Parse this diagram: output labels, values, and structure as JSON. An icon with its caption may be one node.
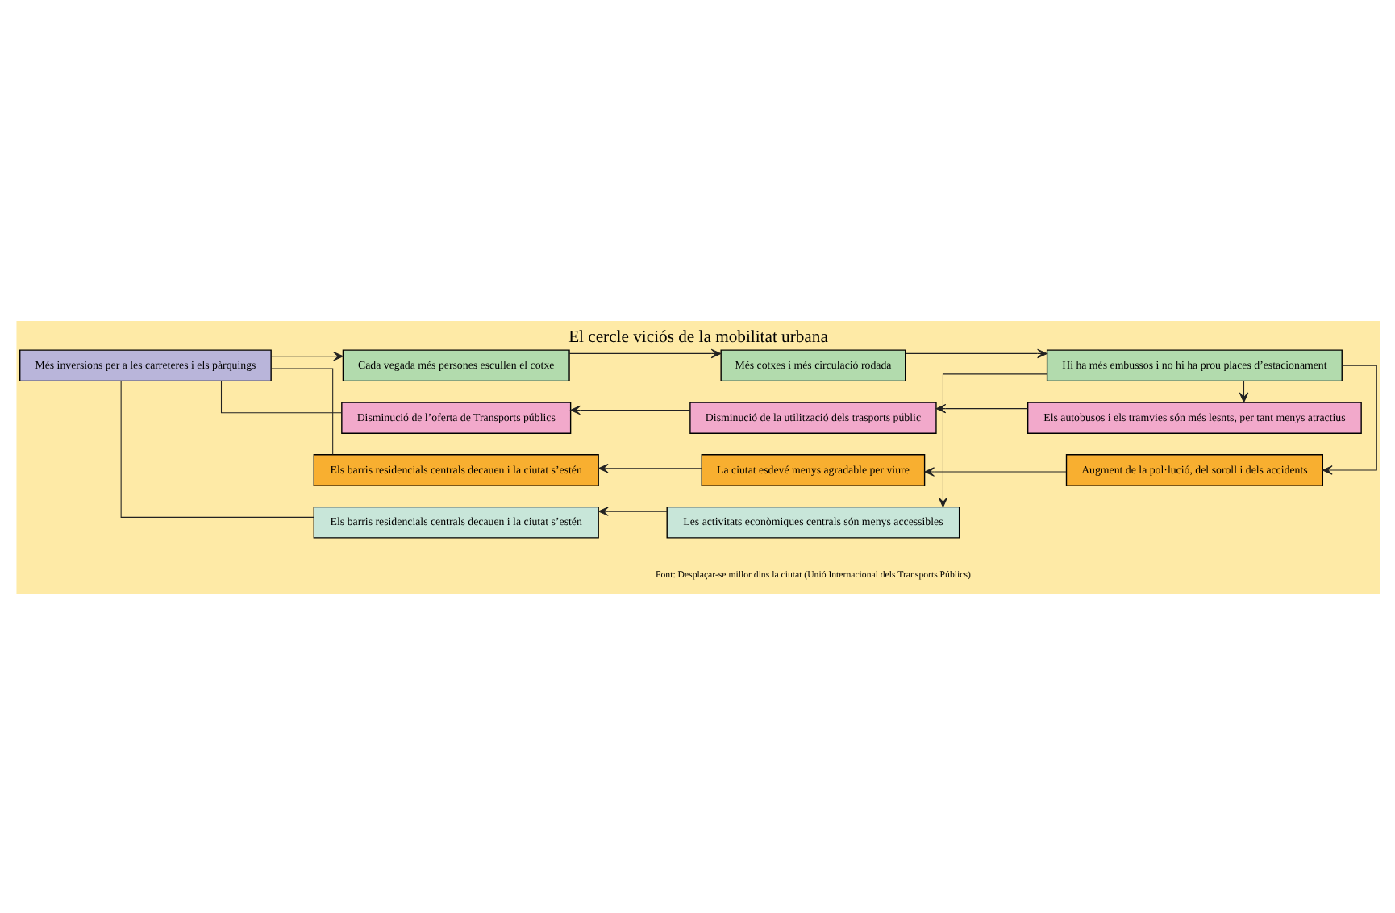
{
  "diagram": {
    "title": "El cercle viciós de la mobilitat urbana",
    "caption": "Font: Desplaçar-se millor dins la ciutat (Unió Internacional dels Transports Públics)",
    "nodes": [
      {
        "text": [
          "Més inversions per a les carreteres i els pàrquings"
        ]
      },
      {
        "text": [
          "Cada vegada més persones escullen el cotxe"
        ]
      },
      {
        "text": [
          "Més cotxes i més circulació rodada"
        ]
      },
      {
        "text": [
          "Hi ha més embussos i no hi ha prou places d’estacionament"
        ]
      },
      {
        "text": [
          "Disminució de l’oferta de Transports públics"
        ]
      },
      {
        "text": [
          "Disminució de la utilització dels trasports públic"
        ]
      },
      {
        "text": [
          "Els autobusos i els tramvies són més lesnts, per tant menys atractius"
        ]
      },
      {
        "text": [
          "Els barris residencials centrals decauen i la ciutat s’estén"
        ]
      },
      {
        "text": [
          "La ciutat esdevé menys agradable per viure"
        ]
      },
      {
        "text": [
          "Augment de la pol·lució, del soroll i dels accidents"
        ]
      },
      {
        "text": [
          "Els barris residencials centrals decauen i la ciutat s’estén"
        ]
      },
      {
        "text": [
          "Les activitats econòmiques centrals són menys accessibles"
        ]
      }
    ],
    "edges": [
      {
        "from": 0,
        "to": 1,
        "arrow": "to"
      },
      {
        "from": 1,
        "to": 2,
        "arrow": "to"
      },
      {
        "from": 2,
        "to": 3,
        "arrow": "to"
      },
      {
        "from": 3,
        "to": 6,
        "arrow": "to"
      },
      {
        "from": 3,
        "to": 9,
        "arrow": "to"
      },
      {
        "from": 3,
        "to": 11,
        "arrow": "to"
      },
      {
        "from": 6,
        "to": 5,
        "arrow": "to"
      },
      {
        "from": 5,
        "to": 4,
        "arrow": "to"
      },
      {
        "from": 9,
        "to": 8,
        "arrow": "to"
      },
      {
        "from": 8,
        "to": 7,
        "arrow": "to"
      },
      {
        "from": 11,
        "to": 10,
        "arrow": "to"
      },
      {
        "from": 4,
        "to": 0,
        "arrow": "none"
      },
      {
        "from": 7,
        "to": 0,
        "arrow": "none"
      },
      {
        "from": 10,
        "to": 0,
        "arrow": "none"
      }
    ]
  }
}
